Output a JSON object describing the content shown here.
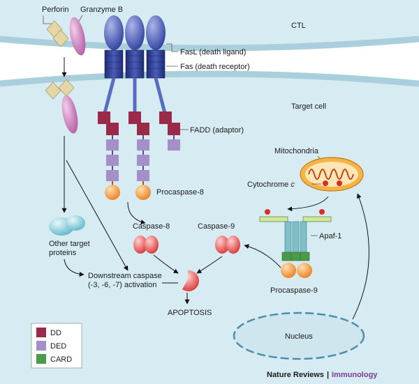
{
  "cells": {
    "ctl": "CTL",
    "target": "Target cell"
  },
  "labels": {
    "perforin": "Perforin",
    "granzyme_b": "Granzyme B",
    "fasl": "FasL (death ligand)",
    "fas": "Fas (death receptor)",
    "fadd": "FADD (adaptor)",
    "procaspase8": "Procaspase-8",
    "caspase8": "Caspase-8",
    "caspase9": "Caspase-9",
    "mitochondria": "Mitochondria",
    "cytochrome": "Cytochrome",
    "cytochrome_c": "c",
    "apaf1": "Apaf-1",
    "procaspase9": "Procaspase-9",
    "other_target_1": "Other target",
    "other_target_2": "proteins",
    "downstream_1": "Downstream caspase",
    "downstream_2": "(-3, -6, -7) activation",
    "apoptosis": "APOPTOSIS",
    "nucleus": "Nucleus"
  },
  "legend": {
    "items": [
      {
        "label": "DD",
        "color": "#9a2a4a"
      },
      {
        "label": "DED",
        "color": "#a48fc8"
      },
      {
        "label": "CARD",
        "color": "#4a9a4a"
      }
    ]
  },
  "credit": {
    "publisher": "Nature Reviews",
    "separator": "|",
    "journal": "Immunology"
  },
  "colors": {
    "cell_fill": "#d7ecf2",
    "membrane": "#a9cfdc",
    "ligand": "#3a4ea8",
    "receptor": "#2b3b8c",
    "dd": "#9a2a4a",
    "ded": "#a48fc8",
    "card": "#4a9a4a",
    "caspase": "#d82c2c",
    "procaspase": "#f08a2a",
    "perforin": "#e5d6a6",
    "granzyme": "#c56fb4",
    "journal": "#7b3a94"
  }
}
